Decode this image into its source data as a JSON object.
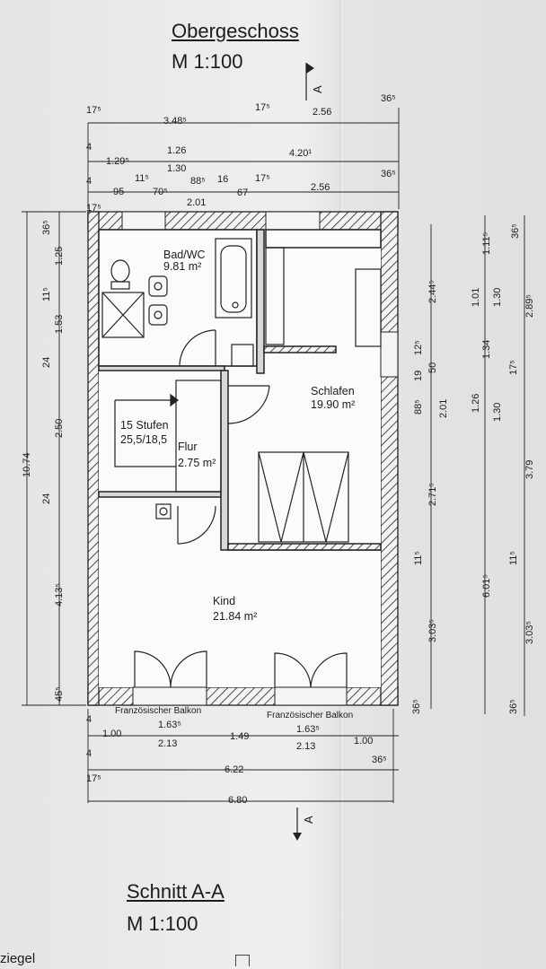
{
  "header": {
    "title": "Obergeschoss",
    "scale": "M 1:100"
  },
  "footer": {
    "title": "Schnitt A-A",
    "scale": "M 1:100",
    "corner_text": "ziegel"
  },
  "section_marker": {
    "top_label": "A",
    "bottom_label": "A"
  },
  "rooms": {
    "bad": {
      "name": "Bad/WC",
      "area": "9.81 m²"
    },
    "flur": {
      "name": "Flur",
      "area": "2.75 m²"
    },
    "stairs": {
      "line1": "15 Stufen",
      "line2": "25,5/18,5"
    },
    "schlafen": {
      "name": "Schlafen",
      "area": "19.90 m²"
    },
    "kind": {
      "name": "Kind",
      "area": "21.84 m²"
    }
  },
  "balcony": {
    "left": "Französischer Balkon",
    "right": "Französischer Balkon"
  },
  "dims_top": {
    "r1": {
      "a": "17⁵",
      "b": "3.48⁵",
      "c": "17⁵",
      "d": "2.56",
      "e": "36⁵"
    },
    "r2": {
      "a": "4",
      "b": "1.29⁵",
      "c": "1.26",
      "d": "1.30",
      "e": "4.20¹"
    },
    "r3": {
      "a": "4",
      "b": "11⁵",
      "c": "95",
      "d": "70⁵",
      "e": "88⁵",
      "f": "16",
      "g": "2.01",
      "h": "17⁵",
      "i": "67",
      "j": "2.56",
      "k": "36⁵",
      "l": "17⁵"
    }
  },
  "dims_bottom": {
    "r1": {
      "a": "4",
      "b": "1.00",
      "c": "1.63⁵",
      "d": "2.13",
      "e": "1.49",
      "f": "1.63⁵",
      "g": "2.13",
      "h": "1.00"
    },
    "r2": {
      "a": "4",
      "b": "17⁵",
      "c": "6.22",
      "d": "36⁵"
    },
    "r3": {
      "a": "6.80"
    }
  },
  "dims_left": {
    "total": "10.74",
    "c2": {
      "a": "36⁵",
      "b": "1.25",
      "c": "11⁵",
      "d": "1.53",
      "e": "24",
      "f": "2.50",
      "g": "24",
      "h": "4.13⁵",
      "i": "45⁵"
    }
  },
  "dims_right": {
    "c1": {
      "a": "2.44⁵",
      "b": "12⁵",
      "c": "50",
      "d": "19",
      "e": "88⁵",
      "f": "2.01",
      "g": "2.71⁵",
      "h": "11⁵",
      "i": "3.03⁵",
      "j": "36⁵"
    },
    "c2": {
      "a": "1.11⁵",
      "b": "1.01",
      "c": "1.30",
      "d": "1.34",
      "e": "1.26",
      "f": "1.30",
      "g": "6.01⁵"
    },
    "c3": {
      "a": "36⁵",
      "b": "2.89⁵",
      "c": "17⁵",
      "d": "3.79",
      "e": "11⁵",
      "f": "3.03⁵",
      "g": "36⁵"
    }
  }
}
